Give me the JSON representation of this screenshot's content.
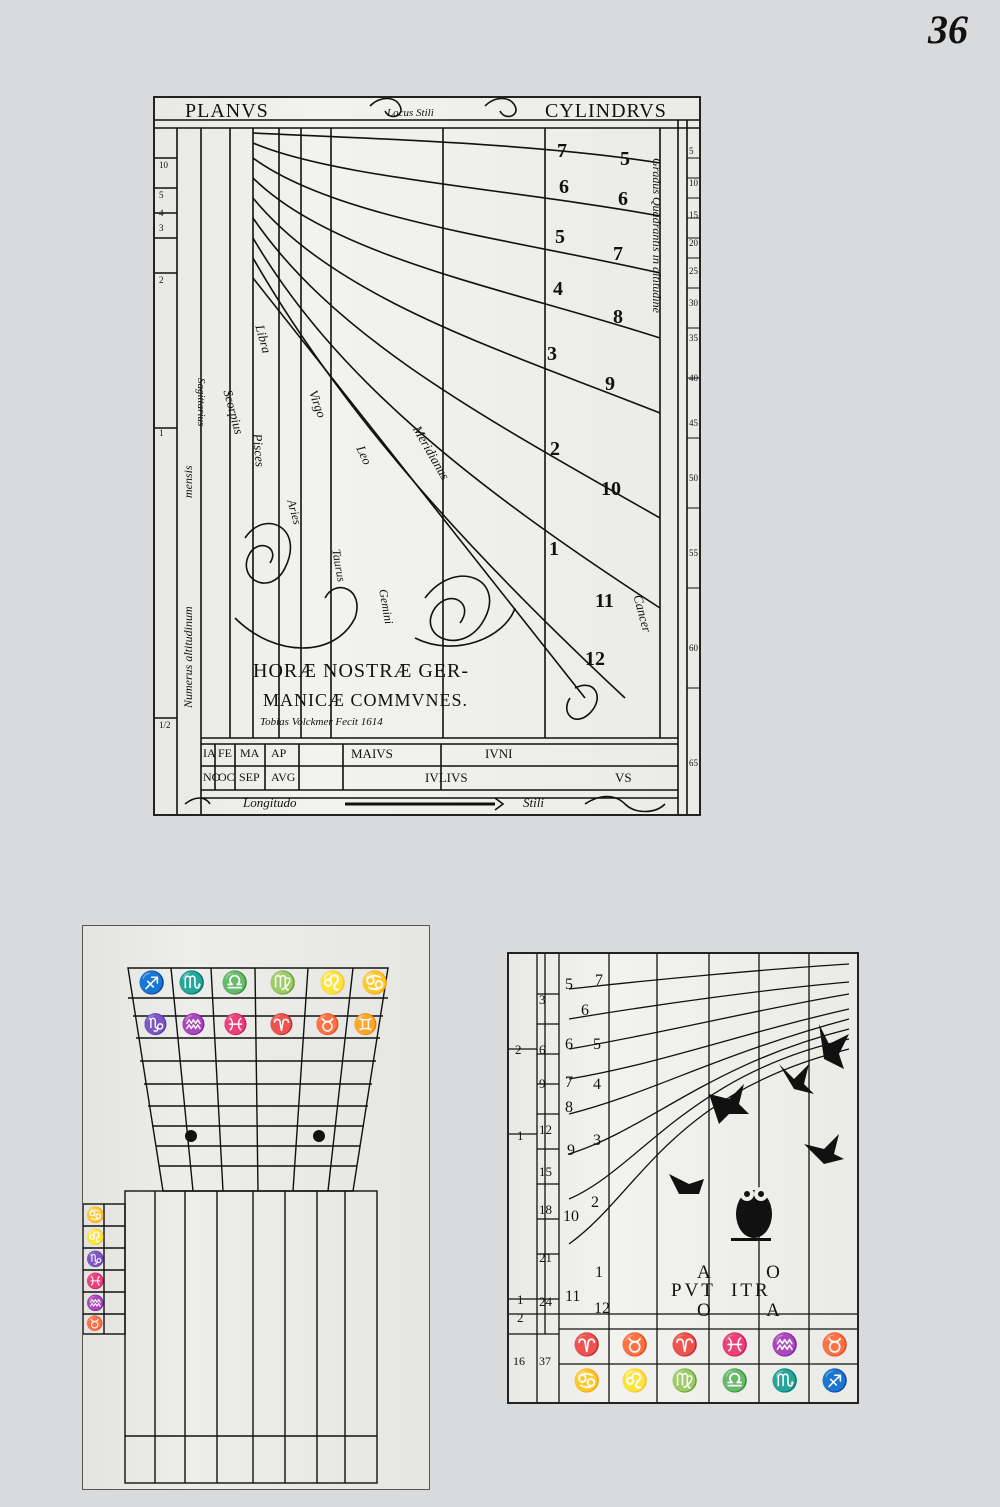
{
  "page": {
    "number": "36"
  },
  "top_dial": {
    "title_left": "PLANVS",
    "title_right": "CYLINDRVS",
    "top_label": "Locus Stili",
    "bottom_label": "Longitudo",
    "bottom_label_right": "Stili",
    "left_side_label": "Numerus altitudinum",
    "left_side_label_2": "mensis",
    "right_side_label": "Gradus Quadrantis in altitudine",
    "zodiac_left": [
      "Scorpius",
      "Sagittarius",
      "Libra",
      "Virgo",
      "Leo",
      "Pisces",
      "Aries",
      "Taurus",
      "Gemini"
    ],
    "meridianus": "Meridianus",
    "cancer": "Cancer",
    "hours_left": [
      "7",
      "6",
      "5",
      "4",
      "3",
      "2",
      "1",
      "12"
    ],
    "hours_right": [
      "5",
      "6",
      "7",
      "8",
      "9",
      "10",
      "11"
    ],
    "heading_line1": "HORÆ NOSTRÆ GER-",
    "heading_line2": "MANICÆ COMMVNES.",
    "signature": "Tobias Volckmer Fecit 1614",
    "month_row1": [
      "IA",
      "FE",
      "MA",
      "AP",
      "MAIVS",
      "IVNI"
    ],
    "month_row2": [
      "NO",
      "OC",
      "SEP",
      "AVG",
      "IVLIVS",
      "VS"
    ],
    "right_scale": [
      "5",
      "10",
      "15",
      "20",
      "25",
      "30",
      "35",
      "40",
      "45",
      "50",
      "55",
      "60",
      "65"
    ],
    "left_scale": [
      "10",
      "5",
      "4",
      "3",
      "2",
      "1",
      "1/2"
    ]
  },
  "bottom_left_dial": {
    "zodiac_row1": [
      "♐",
      "♏",
      "♎",
      "♍",
      "♌",
      "♋"
    ],
    "zodiac_row2": [
      "♑",
      "♒",
      "♓",
      "♈",
      "♉",
      "♊"
    ],
    "side_table_signs": [
      "♋",
      "♌",
      "♑",
      "♓",
      "♒",
      "♉"
    ]
  },
  "bottom_right_dial": {
    "left_numbers": [
      "3",
      "6",
      "9",
      "12",
      "15",
      "18",
      "21",
      "24"
    ],
    "outer_numbers": [
      "2",
      "1",
      "1",
      "2"
    ],
    "hours_a": [
      "5",
      "6",
      "7",
      "8",
      "9",
      "10",
      "11"
    ],
    "hours_b": [
      "7",
      "6",
      "5",
      "4",
      "3",
      "2",
      "1"
    ],
    "hour_12": "12",
    "motto_line1": "A      O",
    "motto_line2": "PVT  ITR",
    "motto_line3": "O      A",
    "year_left": "16",
    "year_right": "37",
    "zodiac_row1": [
      "♈",
      "♉",
      "♈",
      "♓",
      "♒",
      "♉"
    ],
    "zodiac_row2": [
      "♋",
      "♌",
      "♍",
      "♎",
      "♏",
      "♐"
    ]
  },
  "colors": {
    "paper": "#d9dadc",
    "panel": "#f2f2ef",
    "ink": "#111111"
  }
}
